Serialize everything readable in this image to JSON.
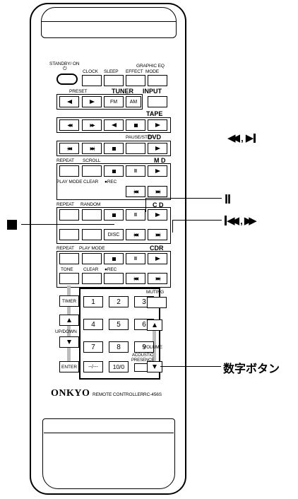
{
  "labels": {
    "standby_on": "STANDBY/ ON",
    "clock": "CLOCK",
    "sleep": "SLEEP",
    "effect": "EFFECT",
    "mode": "MODE",
    "graphic_eq": "GRAPHIC EQ",
    "preset": "PRESET",
    "tuner": "TUNER",
    "input": "INPUT",
    "fm": "FM",
    "am": "AM",
    "tape": "TAPE",
    "pause_step": "PAUSE/STEP",
    "dvd": "DVD",
    "repeat": "REPEAT",
    "scroll": "SCROLL",
    "md": "M D",
    "play_mode": "PLAY MODE",
    "clear": "CLEAR",
    "rec": "●REC",
    "random": "RANDOM",
    "cd": "C D",
    "disc": "DISC",
    "cdr": "CDR",
    "tone": "TONE",
    "muting": "MUTING",
    "timer": "TIMER",
    "up_down": "UP/DOWN",
    "volume": "VOLUME",
    "enter": "ENTER",
    "dash": "--/---",
    "ten_zero": "10/0",
    "acoustic_presence": "ACOUSTIC PRESENCE",
    "brand": "ONKYO",
    "remote_controller": "REMOTE CONTROLLER",
    "model": "RC-456S"
  },
  "numbers": [
    "1",
    "2",
    "3",
    "4",
    "5",
    "6",
    "7",
    "8",
    "9"
  ],
  "callouts": {
    "digits": "数字ボタン",
    "comma1": ",",
    "comma2": ","
  },
  "icons": {
    "standby": "power-icon",
    "rewind": "rewind-icon",
    "fast_forward": "fast-forward-icon",
    "stop": "stop-icon",
    "pause": "pause-icon",
    "prev": "skip-back-icon",
    "next": "skip-forward-icon",
    "play": "play-icon",
    "reverse_play": "reverse-play-icon"
  }
}
